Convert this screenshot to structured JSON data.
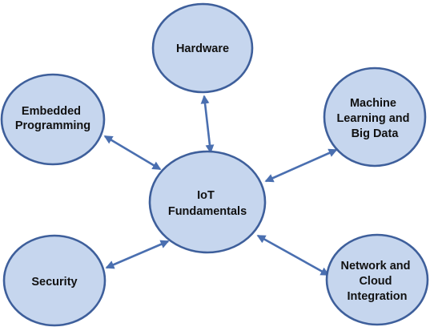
{
  "diagram": {
    "colors": {
      "node_fill": "#c6d6ee",
      "node_stroke": "#3e5f9b",
      "connector": "#4a6fb0"
    },
    "center": {
      "lines": [
        "IoT",
        "Fundamentals"
      ]
    },
    "hardware": {
      "lines": [
        "Hardware"
      ]
    },
    "embedded": {
      "lines": [
        "Embedded",
        "Programming"
      ]
    },
    "ml": {
      "lines": [
        "Machine",
        "Learning and",
        "Big Data"
      ]
    },
    "security": {
      "lines": [
        "Security"
      ]
    },
    "network": {
      "lines": [
        "Network and",
        "Cloud",
        "Integration"
      ]
    },
    "connections": [
      {
        "from": "IoT Fundamentals",
        "to": "Hardware",
        "direction": "both"
      },
      {
        "from": "IoT Fundamentals",
        "to": "Embedded Programming",
        "direction": "both"
      },
      {
        "from": "IoT Fundamentals",
        "to": "Machine Learning and Big Data",
        "direction": "both"
      },
      {
        "from": "IoT Fundamentals",
        "to": "Security",
        "direction": "both"
      },
      {
        "from": "IoT Fundamentals",
        "to": "Network and Cloud Integration",
        "direction": "both"
      }
    ]
  }
}
